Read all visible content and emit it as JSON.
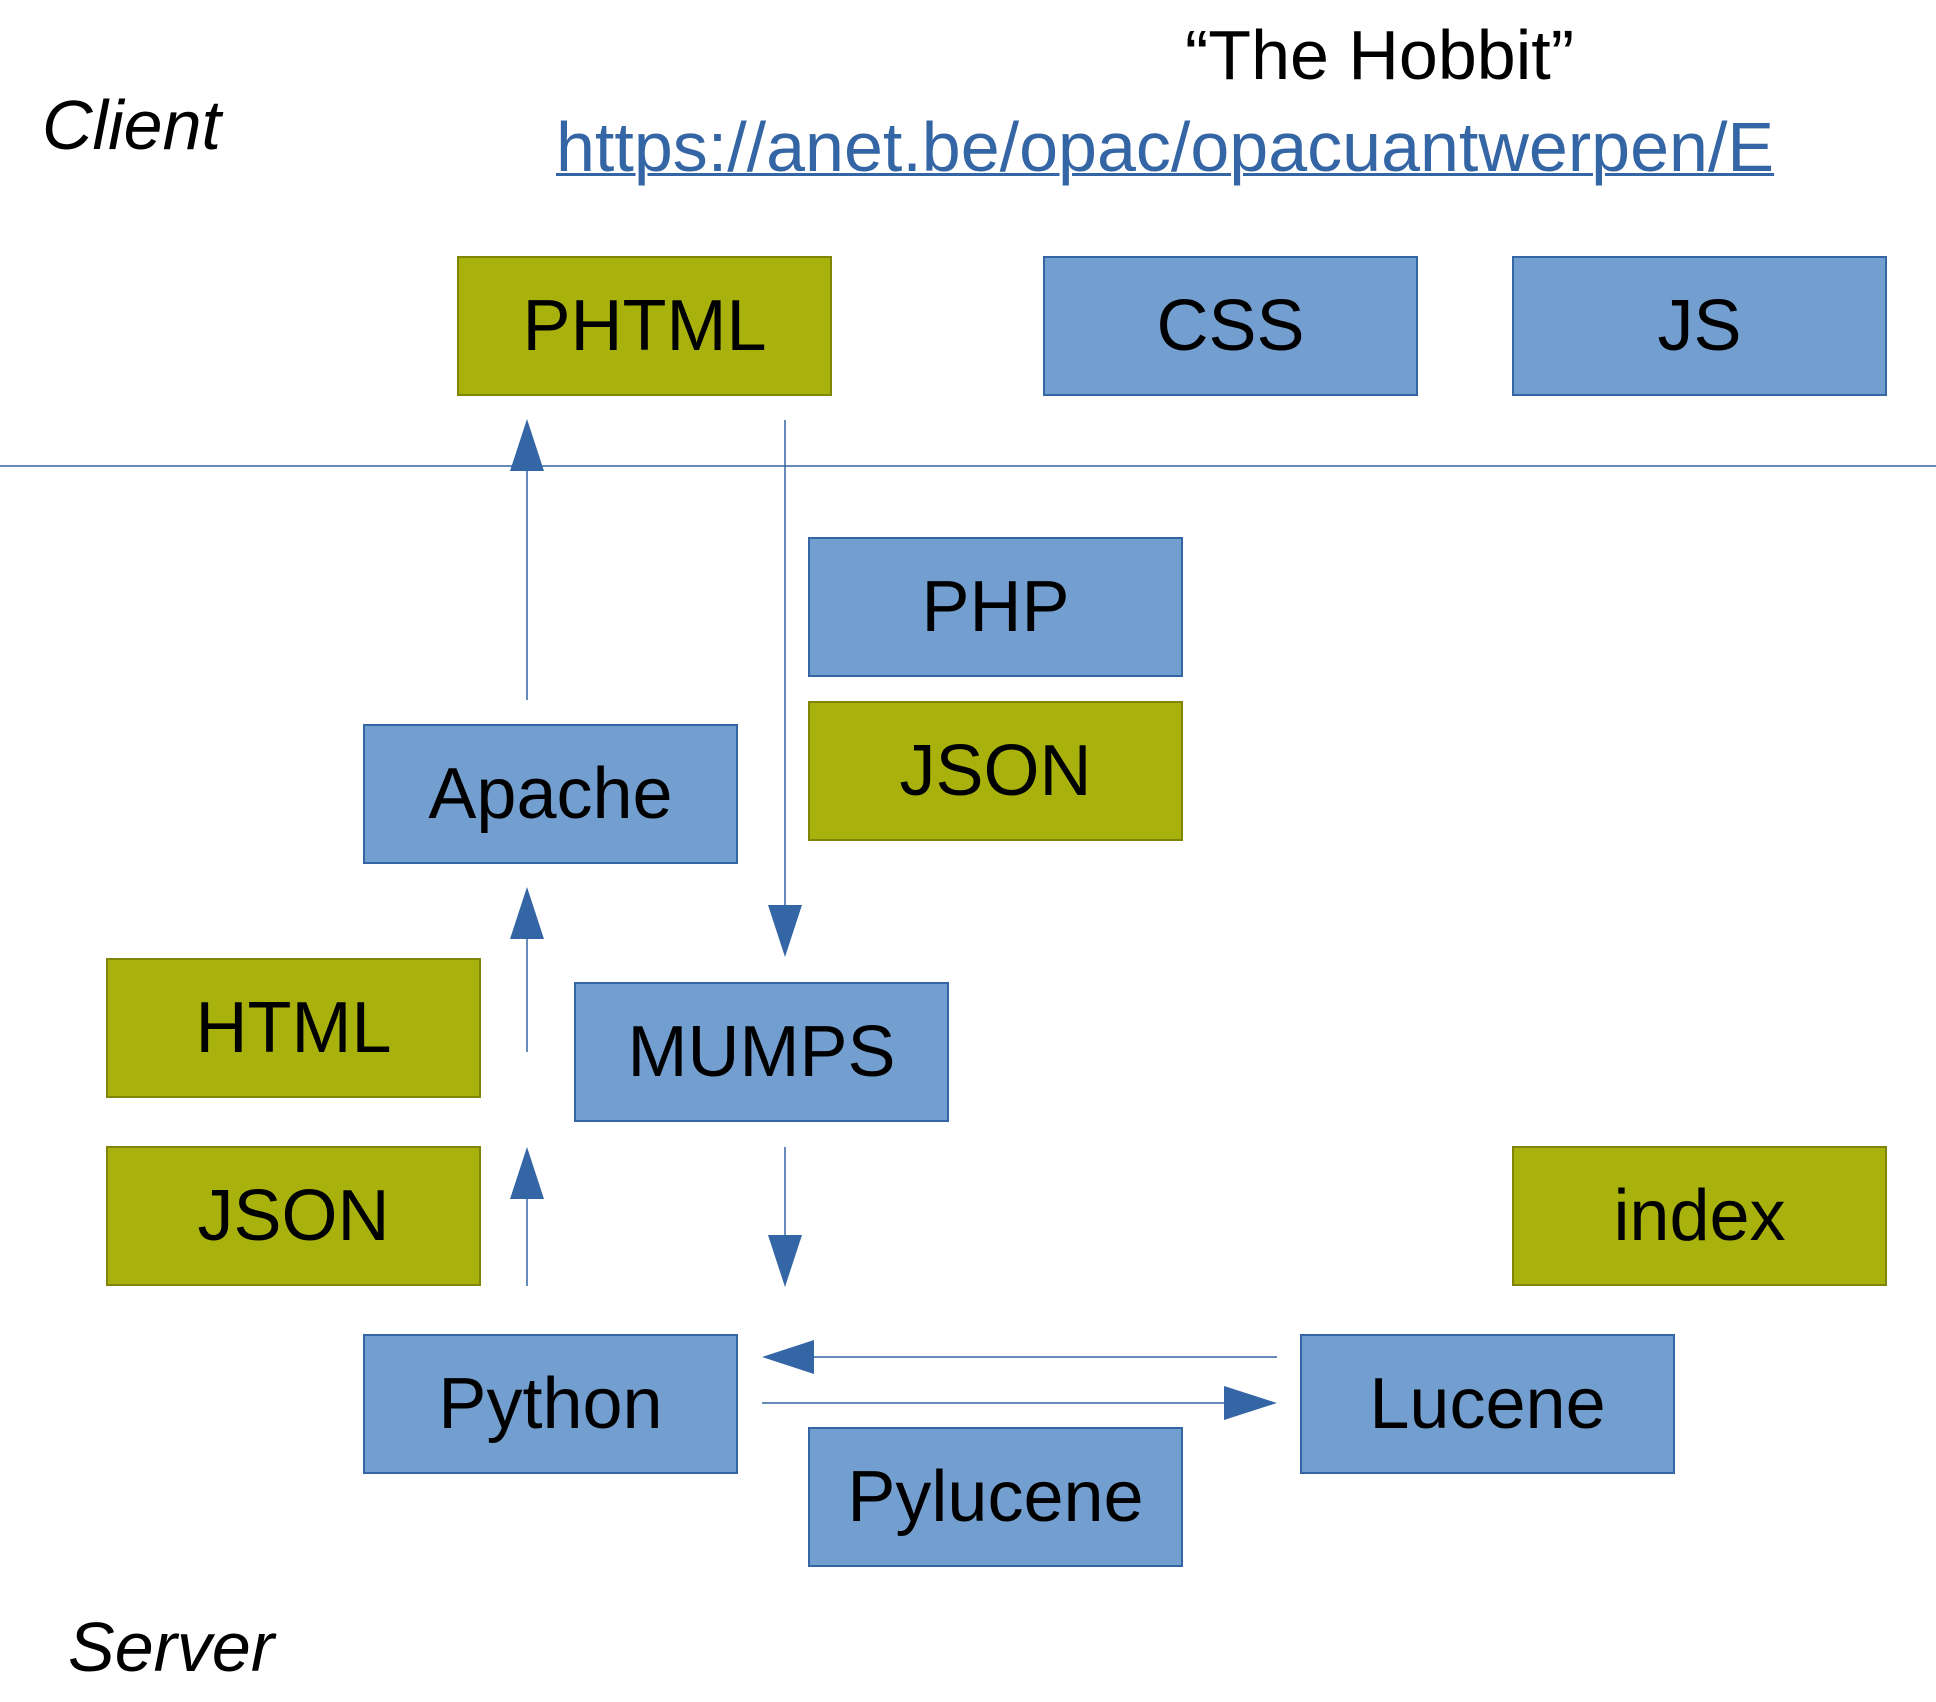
{
  "header": {
    "client_label": "Client",
    "title": "“The Hobbit”",
    "url": "https://anet.be/opac/opacuantwerpen/E"
  },
  "footer": {
    "server_label": "Server"
  },
  "boxes": {
    "phtml": "PHTML",
    "css": "CSS",
    "js": "JS",
    "php": "PHP",
    "json_mid": "JSON",
    "apache": "Apache",
    "html": "HTML",
    "mumps": "MUMPS",
    "json_left": "JSON",
    "index": "index",
    "python": "Python",
    "lucene": "Lucene",
    "pylucene": "Pylucene"
  },
  "colors": {
    "blue_box": "#729fcf",
    "olive_box": "#a9b20c",
    "arrow": "#3465a4",
    "link": "#3465a4"
  }
}
